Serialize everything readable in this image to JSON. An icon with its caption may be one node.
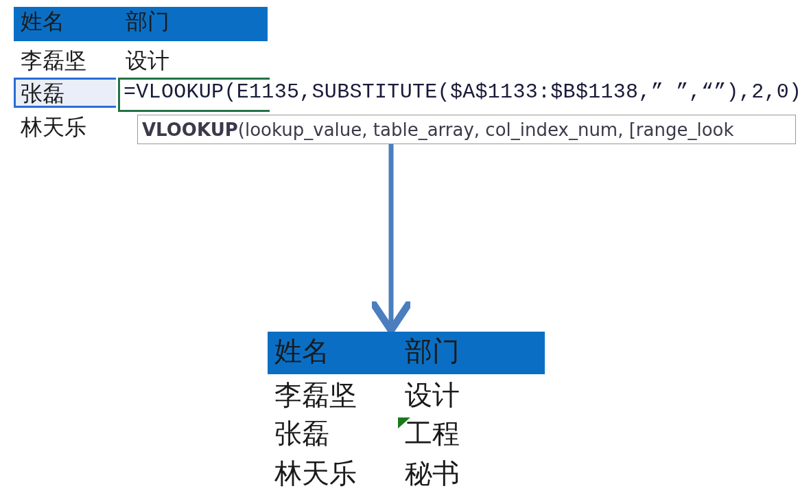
{
  "diagram": {
    "nodes": [
      {
        "text": [
          "姓名",
          "部门",
          "李磊坚",
          "设计",
          "张磊",
          "=VLOOKUP(E1135,SUBSTITUTE($A$1133:$B$1138,” ”,“”),2,0)",
          "林天乐"
        ]
      },
      {
        "text": [
          "**VLOOKUP**(lookup_value, table_array, col_index_num, [range_look"
        ],
        "in": 0
      },
      {
        "text": [
          "姓名",
          "部门",
          "李磊坚",
          "设计",
          "张磊",
          "工程",
          "林天乐",
          "秘书"
        ]
      }
    ],
    "edges": [
      {
        "from": 0,
        "to": 2,
        "arrow": "to"
      }
    ]
  }
}
